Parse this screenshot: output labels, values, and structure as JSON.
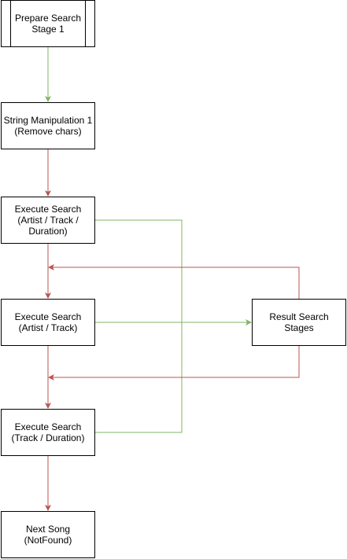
{
  "colors": {
    "green_connector": "#82b366",
    "red_connector": "#b85450",
    "node_border": "#000000",
    "node_fill": "#ffffff"
  },
  "nodes": {
    "prepare": {
      "lines": [
        "Prepare Search",
        "Stage 1"
      ]
    },
    "string_manip": {
      "lines": [
        "String Manipulation 1",
        "(Remove chars)"
      ]
    },
    "exec1": {
      "lines": [
        "Execute Search",
        "(Artist / Track /",
        "Duration)"
      ]
    },
    "exec2": {
      "lines": [
        "Execute Search",
        "(Artist / Track)"
      ]
    },
    "result": {
      "lines": [
        "Result Search",
        "Stages"
      ]
    },
    "exec3": {
      "lines": [
        "Execute Search",
        "(Track / Duration)"
      ]
    },
    "next": {
      "lines": [
        "Next Song",
        "(NotFound)"
      ]
    }
  }
}
